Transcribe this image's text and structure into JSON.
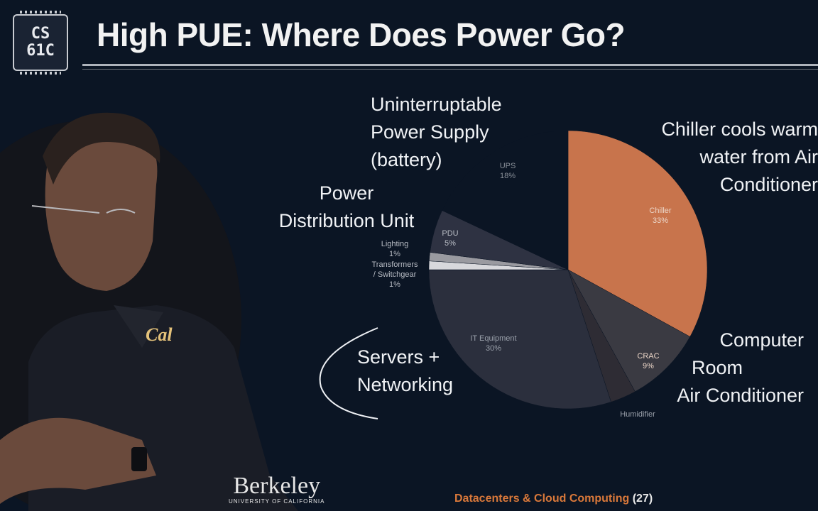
{
  "header": {
    "logo_line1": "CS",
    "logo_line2": "61C",
    "title": "High PUE: Where Does Power Go?"
  },
  "callouts": {
    "ups": [
      "Uninterruptable",
      "Power Supply",
      "(battery)"
    ],
    "pdu": [
      "Power",
      "Distribution Unit"
    ],
    "chiller": [
      "Chiller cools warm",
      "water from Air",
      "Conditioner"
    ],
    "crac": [
      "Computer",
      "Room",
      "Air Conditioner"
    ],
    "servers": [
      "Servers +",
      "Networking"
    ]
  },
  "chart_data": {
    "type": "pie",
    "slices": [
      {
        "label": "Chiller",
        "value": 33,
        "value_label": "33%",
        "color": "#c8744c"
      },
      {
        "label": "CRAC",
        "value": 9,
        "value_label": "9%",
        "color": "#3a3a42"
      },
      {
        "label": "Humidifier",
        "value": 3,
        "value_label": "",
        "color": "#2e2c34"
      },
      {
        "label": "IT Equipment",
        "value": 30,
        "value_label": "30%",
        "color": "#2b2f3d"
      },
      {
        "label": "Transformers / Switchgear",
        "value": 1,
        "value_label": "1%",
        "color": "#d8d8dc"
      },
      {
        "label": "Lighting",
        "value": 1,
        "value_label": "1%",
        "color": "#9a9aa0"
      },
      {
        "label": "PDU",
        "value": 5,
        "value_label": "5%",
        "color": "#2e3242"
      },
      {
        "label": "UPS",
        "value": 18,
        "value_label": "18%",
        "color": "#0b1524"
      }
    ]
  },
  "presenter": {
    "shirt_logo": "Cal"
  },
  "footer": {
    "topic": "Datacenters & Cloud Computing",
    "page": "(27)",
    "berkeley_logo": "Berkeley",
    "berkeley_sub": "UNIVERSITY OF CALIFORNIA"
  },
  "colors": {
    "background": "#0b1524",
    "accent": "#d9783a",
    "chiller": "#c8744c"
  }
}
